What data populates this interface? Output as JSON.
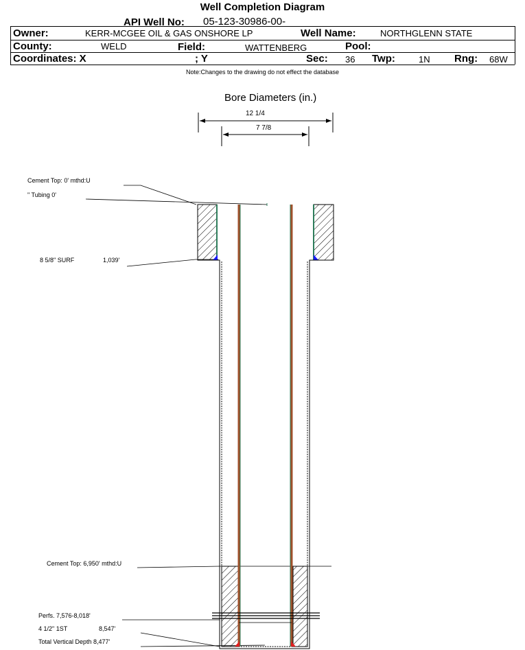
{
  "header": {
    "title": "Well Completion Diagram",
    "api_label": "API Well No:",
    "api_value": "05-123-30986-00-",
    "owner_label": "Owner:",
    "owner_value": "KERR-MCGEE OIL & GAS ONSHORE LP",
    "well_name_label": "Well Name:",
    "well_name_value": "NORTHGLENN STATE",
    "county_label": "County:",
    "county_value": "WELD",
    "field_label": "Field:",
    "field_value": "WATTENBERG",
    "pool_label": "Pool:",
    "coord_label": "Coordinates: X",
    "coord_y_label": "; Y",
    "sec_label": "Sec:",
    "sec_value": "36",
    "twp_label": "Twp:",
    "twp_value": "1N",
    "rng_label": "Rng:",
    "rng_value": "68W",
    "note": "Note:Changes to the drawing do not effect the database"
  },
  "bore": {
    "title": "Bore Diameters (in.)",
    "outer_diameter": "12 1/4",
    "inner_diameter": "7 7/8"
  },
  "labels": {
    "cement_top_1": "Cement Top: 0' mthd:U",
    "tubing": "\" Tubing 0'",
    "surf_casing": "8 5/8\" SURF",
    "surf_depth": "1,039'",
    "cement_top_2": "Cement Top: 6,950' mthd:U",
    "perfs": "Perfs. 7,576-8,018'",
    "prod_casing": "4 1/2\" 1ST",
    "prod_depth": "8,547'",
    "tvd": "Total Vertical Depth 8,477'"
  },
  "colors": {
    "casing_brown": "#A0522D",
    "casing_red": "#E02020",
    "surf_green": "#2E7D5B",
    "shoe_blue": "#1a1aff",
    "hatch": "#000000"
  }
}
